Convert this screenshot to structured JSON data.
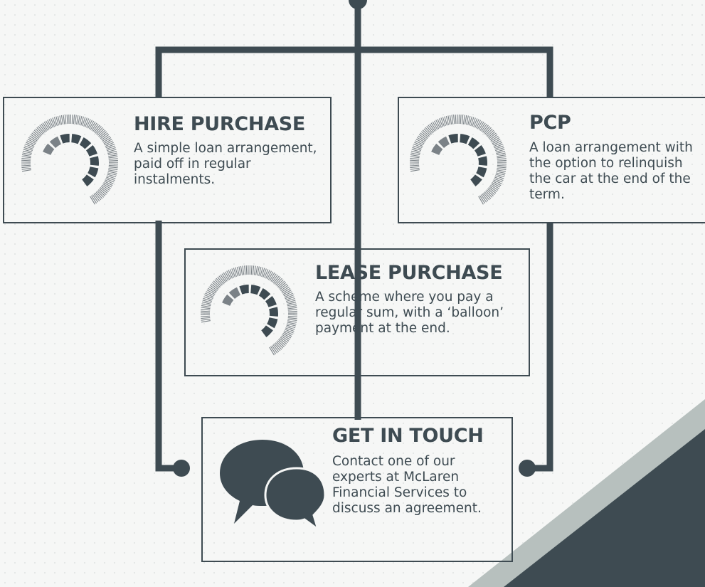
{
  "palette": {
    "ink": "#3e4b52",
    "hatch": "#7b8287",
    "background": "#f6f7f6",
    "stripe_light": "#b7c0be",
    "stripe_dark": "#3e4b52"
  },
  "finance_options": [
    {
      "key": "hire_purchase",
      "title": "HIRE PURCHASE",
      "description": "A simple loan arrangement, paid off in regular instalments.",
      "icon": "gauge-icon"
    },
    {
      "key": "pcp",
      "title": "PCP",
      "description": "A loan arrangement with the option to relinquish the car at the end of the term.",
      "icon": "gauge-icon"
    },
    {
      "key": "lease_purchase",
      "title": "LEASE PURCHASE",
      "description": "A scheme where you pay a regular sum, with a ‘balloon’ payment at the end.",
      "icon": "gauge-icon"
    }
  ],
  "contact": {
    "title": "GET IN TOUCH",
    "description": "Contact one of our experts at McLaren Financial Services to discuss an agreement.",
    "icon": "speech-bubbles-icon"
  }
}
